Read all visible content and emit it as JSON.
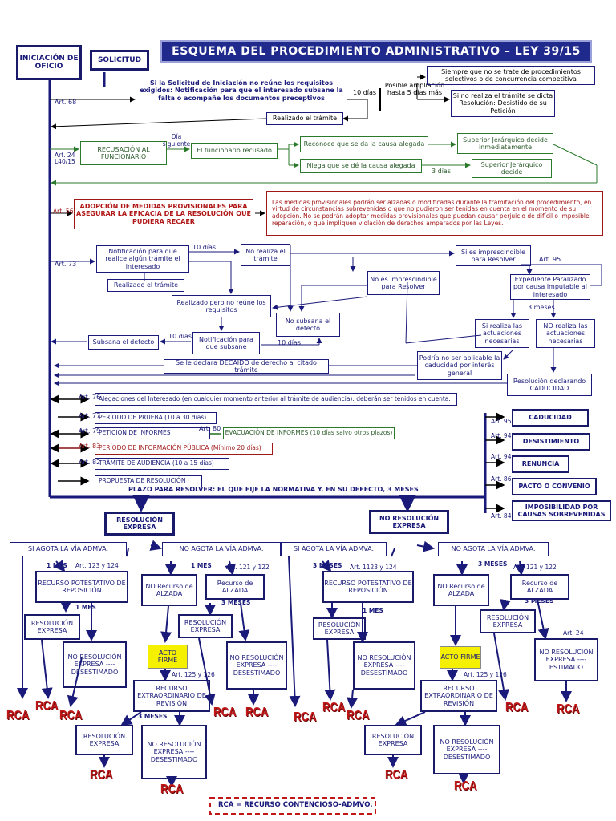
{
  "header": {
    "title": "ESQUEMA DEL PROCEDIMIENTO ADMINISTRATIVO – LEY 39/15",
    "iniciacion": "INICIACIÓN DE OFICIO",
    "solicitud": "SOLICITUD"
  },
  "inicio": {
    "art68": "Art. 68",
    "subsane": "Si la Solicitud de Iniciación no reúne los requisitos exigidos: Notificación para que el interesado subsane la falta o acompañe los documentos preceptivos",
    "dias10": "10 días",
    "ampliacion": "Posible ampliación hasta 5 días más",
    "selectivos": "Siempre que no se trate de procedimientos selectivos o de concurrencia competitiva",
    "desistido": "Si no realiza el trámite se dicta Resolución: Desistido de su Petición",
    "realizado": "Realizado el trámite"
  },
  "recusacion": {
    "art": "Art. 24 L40/15",
    "dia": "Día siguiente",
    "box": "RECUSACIÓN AL FUNCIONARIO",
    "recusado": "El funcionario recusado",
    "reconoce": "Reconoce que se da la causa alegada",
    "niega": "Niega que se dé la causa alegada",
    "dias3": "3 días",
    "superior1": "Superior Jerárquico decide inmediatamente",
    "superior2": "Superior Jerárquico decide"
  },
  "medidas": {
    "art": "Art. 56",
    "box": "ADOPCIÓN DE MEDIDAS PROVISIONALES PARA ASEGURAR LA EFICACIA DE LA RESOLUCIÓN QUE PUDIERA RECAER",
    "nota": "Las medidas provisionales podrán ser alzadas o modificadas durante la tramitación del procedimiento, en virtud de circunstancias sobrevenidas o que no pudieron ser tenidas en cuenta en el momento de su adopción. No se podrán adoptar medidas provisionales que puedan causar perjuicio de difícil o imposible reparación, o que impliquen violación de derechos amparados por las Leyes."
  },
  "tramites": {
    "art73": "Art. 73",
    "notificacion": "Notificación para que realice algún trámite el interesado",
    "dias10a": "10 días",
    "norealiza": "No realiza el trámite",
    "realizado": "Realizado el trámite",
    "noreune": "Realizado pero no reúne los requisitos",
    "nosubsana": "No subsana el defecto",
    "dias10b": "10 días",
    "dias10c": "10 días",
    "subsana": "Subsana el defecto",
    "notsubsane": "Notificación para que subsane",
    "decaido": "Se le declara DECAIDO de derecho al citado trámite",
    "noimpres": "No es imprescindible para Resolver",
    "sies": "Si es imprescindible para Resolver",
    "art95": "Art. 95",
    "paralizado": "Expediente Paralizado por causa imputable al interesado",
    "meses3": "3 meses",
    "sirealiza": "Si realiza las actuaciones necesarias",
    "norealizaact": "NO realiza las actuaciones necesarias",
    "podria": "Podría no ser aplicable la caducidad por interés general",
    "caducidad": "Resolución declarando CADUCIDAD"
  },
  "instruccion": {
    "art76": "Art. 76",
    "alegaciones": "Alegaciones del Interesado (en cualquier momento anterior al trámite de audiencia): deberán ser tenidos en cuenta.",
    "art77": "Art. 77",
    "prueba": "PERÍODO DE PRUEBA (10 a 30 días)",
    "art79": "Art. 79",
    "informes": "PETICIÓN DE INFORMES",
    "art80": "Art. 80",
    "evacuacion": "EVACUACIÓN DE INFORMES (10 días salvo otros plazos)",
    "art83": "Art. 83",
    "publica": "PERÍODO DE INFORMACIÓN PÚBLICA (Mínimo 20 días)",
    "art82": "Art. 82",
    "audiencia": "TRÁMITE DE AUDIENCIA (10 a 15 días)",
    "propuesta": "PROPUESTA DE RESOLUCIÓN",
    "plazo": "PLAZO PARA RESOLVER: EL QUE FIJE LA NORMATIVA Y, EN SU DEFECTO, 3 MESES"
  },
  "terminacion": {
    "art95": "Art. 95",
    "caducidad": "CADUCIDAD",
    "art94a": "Art. 94",
    "desistimiento": "DESISTIMIENTO",
    "art94b": "Art. 94",
    "renuncia": "RENUNCIA",
    "art86": "Art. 86",
    "pacto": "PACTO O CONVENIO",
    "art84": "Art. 84",
    "imposibilidad": "IMPOSIBILIDAD POR CAUSAS SOBREVENIDAS"
  },
  "recursos": {
    "expresa": "RESOLUCIÓN EXPRESA",
    "noresol": "NO RESOLUCIÓN EXPRESA",
    "si_agota": "SI AGOTA LA VÍA ADMVA.",
    "no_agota": "NO AGOTA LA VÍA ADMVA.",
    "mes1": "1 MES",
    "meses3": "3 MESES",
    "art123": "Art. 123 y 124",
    "art1123": "Art. 1123 y 124",
    "art121": "Art. 121 y 122",
    "reposicion": "RECURSO POTESTATIVO DE REPOSICIÓN",
    "norecurso": "NO Recurso de ALZADA",
    "alzada": "Recurso de ALZADA",
    "resexpresa": "RESOLUCIÓN EXPRESA",
    "desestimado": "NO RESOLUCIÓN EXPRESA ---- DESESTIMADO",
    "estimado": "NO RESOLUCIÓN EXPRESA ---- ESTIMADO",
    "acto": "ACTO FIRME",
    "art125": "Art. 125 y 126",
    "extra": "RECURSO EXTRAORDINARIO DE REVISIÓN",
    "art24": "Art. 24",
    "rca": "RCA",
    "leyenda": "RCA = RECURSO CONTENCIOSO-ADMVO."
  },
  "colors": {
    "navy": "#1a1a7a",
    "title_bg": "#1f2a8c",
    "green": "#2b7a2b",
    "red": "#a01818",
    "acto": "#f5f000"
  }
}
